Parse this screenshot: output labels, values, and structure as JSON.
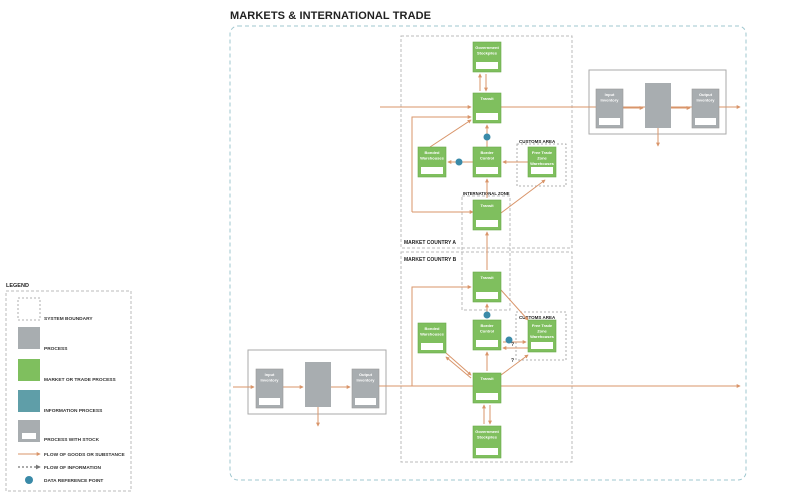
{
  "title": "MARKETS & INTERNATIONAL TRADE",
  "colors": {
    "market": "#7fbf5e",
    "market_border": "#6aaa4a",
    "process": "#a8adb0",
    "info": "#5f9ea8",
    "flow": "#d9956a",
    "data_point": "#3a8aa8",
    "boundary": "#b9c0c4",
    "outer_boundary": "#9fc7cf"
  },
  "regions": {
    "country_a": "MARKET COUNTRY A",
    "country_b": "MARKET COUNTRY B",
    "intl_zone": "INTERNATIONAL ZONE",
    "customs_a": "CUSTOMS AREA",
    "customs_b": "CUSTOMS AREA"
  },
  "nodes": {
    "gov_a": [
      "Government",
      "Stockpiles"
    ],
    "transit_a": [
      "Transit"
    ],
    "bonded_a": [
      "Bonded",
      "Warehouses"
    ],
    "border_a": [
      "Border",
      "Control"
    ],
    "ftz_a": [
      "Free Trade",
      "Zone",
      "Warehouses"
    ],
    "transit_intl": [
      "Transit"
    ],
    "transit_b1": [
      "Transit"
    ],
    "bonded_b": [
      "Bonded",
      "Warehouses"
    ],
    "border_b": [
      "Border",
      "Control"
    ],
    "ftz_b": [
      "Free Trade",
      "Zone",
      "Warehouses"
    ],
    "transit_b2": [
      "Transit"
    ],
    "gov_b": [
      "Government",
      "Stockpiles"
    ],
    "input_a": [
      "Input",
      "Inventory"
    ],
    "output_a": [
      "Output",
      "Inventory"
    ],
    "input_b": [
      "Input",
      "Inventory"
    ],
    "output_b": [
      "Output",
      "Inventory"
    ]
  },
  "question_marks": [
    "?",
    "?"
  ],
  "legend": {
    "title": "LEGEND",
    "items": [
      {
        "key": "boundary",
        "label": "SYSTEM BOUNDARY"
      },
      {
        "key": "process",
        "label": "PROCESS"
      },
      {
        "key": "market",
        "label": "MARKET OR TRADE PROCESS"
      },
      {
        "key": "info",
        "label": "INFORMATION PROCESS"
      },
      {
        "key": "stock",
        "label": "PROCESS WITH STOCK"
      },
      {
        "key": "goods",
        "label": "FLOW OF GOODS OR SUBSTANCE"
      },
      {
        "key": "information",
        "label": "FLOW OF INFORMATION"
      },
      {
        "key": "datapoint",
        "label": "DATA REFERENCE POINT"
      }
    ]
  }
}
